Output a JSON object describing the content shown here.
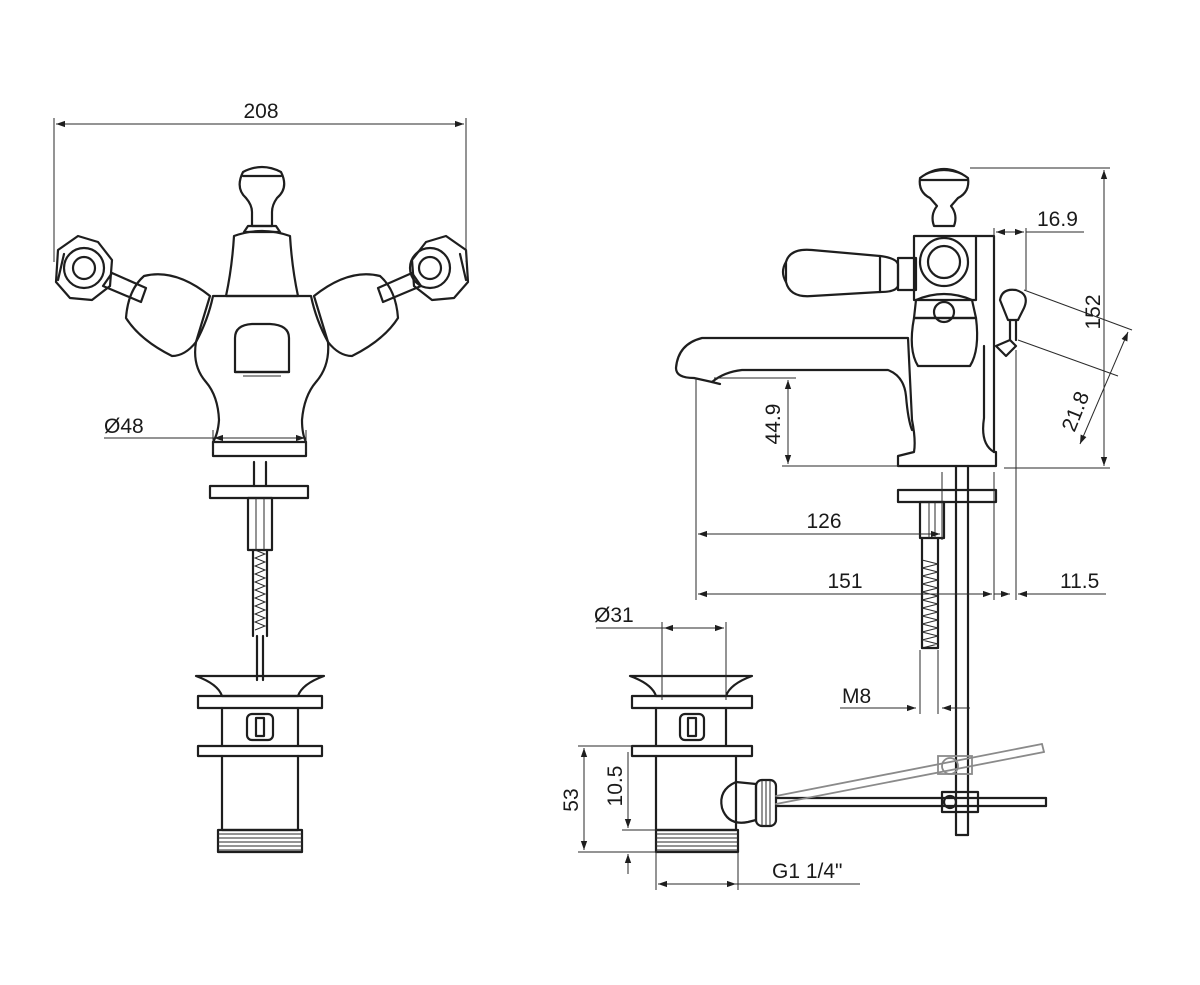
{
  "dimensions": {
    "width_208": "208",
    "dia_48": "Ø48",
    "h_169": "16.9",
    "h_152": "152",
    "h_218": "21.8",
    "h_449": "44.9",
    "w_126": "126",
    "w_151": "151",
    "w_115": "11.5",
    "dia_31": "Ø31",
    "thread_m8": "M8",
    "h_53": "53",
    "h_105": "10.5",
    "thread_g": "G1 1/4\""
  }
}
